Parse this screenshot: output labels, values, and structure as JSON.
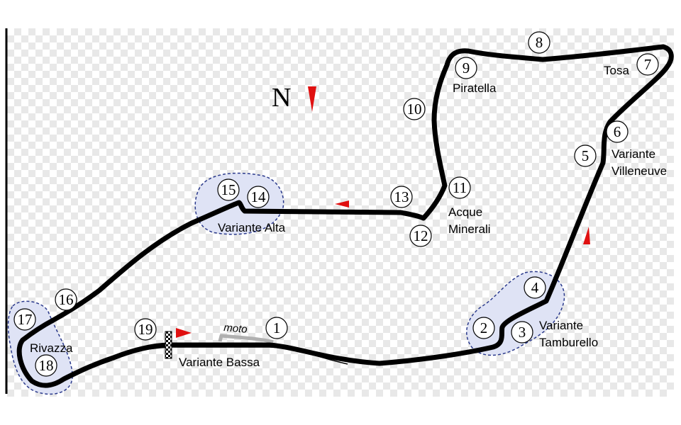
{
  "map": {
    "north_label": "N",
    "moto_label": "moto",
    "corner_labels": {
      "piratella": "Piratella",
      "tosa": "Tosa",
      "variante_villeneuve": [
        "Variante",
        "Villeneuve"
      ],
      "acque_minerali": [
        "Acque",
        "Minerali"
      ],
      "variante_alta": "Variante Alta",
      "variante_tamburello": [
        "Variante",
        "Tamburello"
      ],
      "rivazza": "Rivazza",
      "variante_bassa": "Variante Bassa"
    },
    "turn_numbers": [
      "1",
      "2",
      "3",
      "4",
      "5",
      "6",
      "7",
      "8",
      "9",
      "10",
      "11",
      "12",
      "13",
      "14",
      "15",
      "16",
      "17",
      "18",
      "19"
    ],
    "colors": {
      "track": "#000000",
      "chicane_fill": "#dfe3f5",
      "chicane_border": "#2b3a8c",
      "direction_arrow": "#e01010",
      "moto_path": "#b0b0b0",
      "background_check": "#e8e8e8"
    }
  }
}
